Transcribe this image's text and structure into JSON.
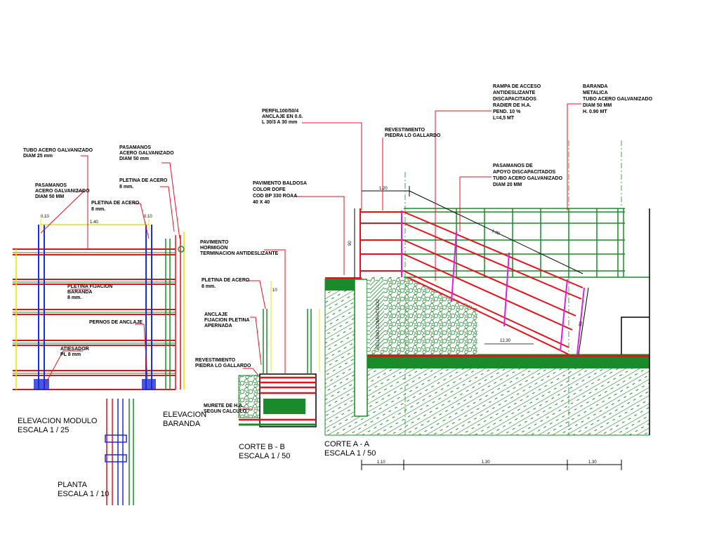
{
  "labels": {
    "tubo_acero_1": "TUBO ACERO GALVANIZADO",
    "tubo_acero_2": "DIAM 25 mm",
    "pasamanos_a1": "PASAMANOS",
    "pasamanos_a2": "ACERO GALVANIZADO",
    "pasamanos_a3": "DIAM 50 MM",
    "pasamanos_b1": "PASAMANOS",
    "pasamanos_b2": "ACERO GALVANIZADO",
    "pasamanos_b3": "DIAM 50 mm",
    "pletina_a1": "PLETINA DE ACERO",
    "pletina_a2": "8 mm.",
    "pletina_b1": "PLETINA DE ACERO",
    "pletina_b2": "8 mm.",
    "pletina_fij1": "PLETINA FIJACION",
    "pletina_fij2": "BARANDA",
    "pletina_fij3": "8 mm.",
    "pernos": "PERNOS DE ANCLAJE",
    "atiesador1": "ATIESADOR",
    "atiesador2": "PL 8 mm",
    "pavimento_h1": "PAVIMENTO",
    "pavimento_h2": "HORMIGON",
    "pavimento_h3": "TERMINACION ANTIDESLIZANTE",
    "pletina_c1": "PLETINA DE ACERO",
    "pletina_c2": "8 mm.",
    "anclaje1": "ANCLAJE",
    "anclaje2": "FIJACION PLETINA",
    "anclaje3": "APERNADA",
    "revest_b1": "REVESTIMIENTO",
    "revest_b2": "PIEDRA LO GALLARDO",
    "murete1": "MURETE DE H.A.",
    "murete2": "SEGUN CALCULO",
    "perfil1": "PERFIL100/50/4",
    "perfil2": "ANCLAJE EN 0.0.",
    "perfil3": "L 30/3 A 30 mm",
    "pav_baldosa1": "PAVIMENTO BALDOSA",
    "pav_baldosa2": "COLOR DOFE",
    "pav_baldosa3": "COD BP 330 ROAA",
    "pav_baldosa4": "40 X 40",
    "revest_a1": "REVESTIMIENTO",
    "revest_a2": "PIEDRA LO GALLARDO",
    "rampa1": "RAMPA DE ACCESO",
    "rampa2": "ANTIDESLIZANTE",
    "rampa3": "DISCAPACITADOS",
    "rampa4": "RADIER DE H.A.",
    "rampa5": "PEND. 10 %",
    "rampa6": "L=4,5 MT",
    "pasamanos_d1": "PASAMANOS DE",
    "pasamanos_d2": "APOYO DISCAPACITADOS",
    "pasamanos_d3": "TUBO ACERO GALVANIZADO",
    "pasamanos_d4": "DIAM 20 MM",
    "baranda1": "BARANDA",
    "baranda2": "METALICA",
    "baranda3": "TUBO ACERO GALVANIZADO",
    "baranda4": "DIAM 50 MM",
    "baranda5": "H. 0.90 MT",
    "relleno": "RELLENO COMPACTADO"
  },
  "titles": {
    "elev_modulo": "ELEVACION MODULO",
    "elev_modulo_esc": "ESCALA 1 / 25",
    "elev_baranda1": "ELEVACION",
    "elev_baranda2": "BARANDA",
    "planta": "PLANTA",
    "planta_esc": "ESCALA 1 / 10",
    "corte_b": "CORTE B - B",
    "corte_b_esc": "ESCALA 1 / 50",
    "corte_a": "CORTE A - A",
    "corte_a_esc": "ESCALA 1 / 50"
  },
  "dims": {
    "d120": "1.20",
    "d190": "1.90",
    "d90a": "90",
    "d90b": "90",
    "d1230": "12,30",
    "d110": "1.10",
    "d130a": "1.30",
    "d130b": "1.30",
    "d010a": "0.10",
    "d010b": "0.10",
    "d140": "1.40",
    "d90c": "90",
    "d10": "10"
  },
  "colors": {
    "red": "#e8101c",
    "green": "#1a8a2a",
    "blue": "#1c2cd6",
    "yellow": "#e6e600",
    "magenta": "#e020e0",
    "black": "#000000"
  }
}
